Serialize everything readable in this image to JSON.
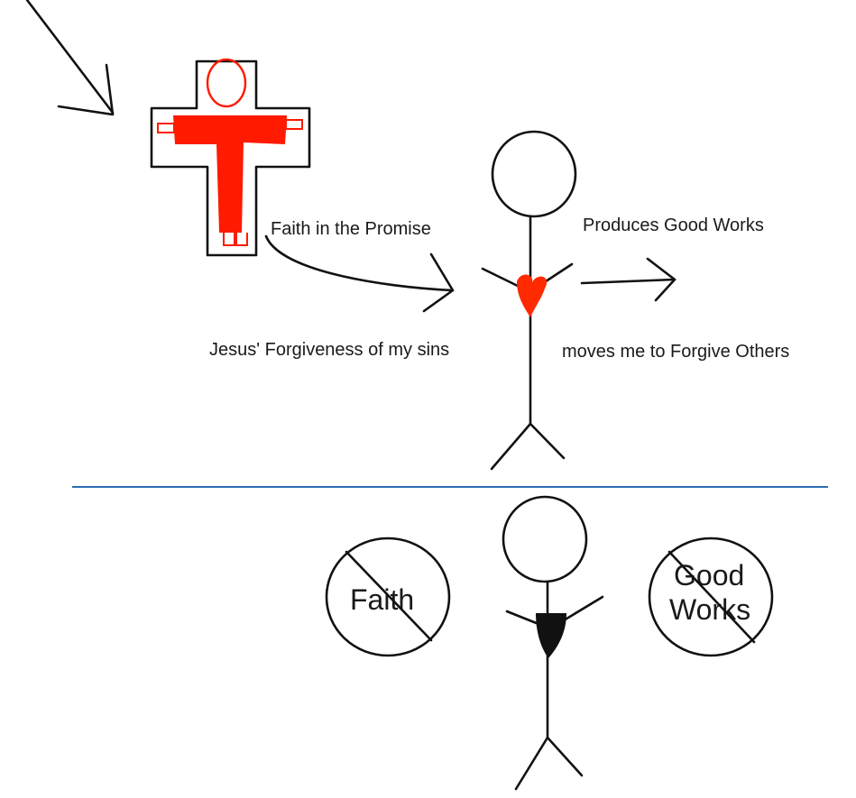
{
  "top": {
    "faith_label": "Faith in the Promise",
    "forgiveness_label": "Jesus' Forgiveness of my sins",
    "produces_label": "Produces Good Works",
    "forgive_others_label": "moves me to Forgive Others"
  },
  "bottom": {
    "faith_crossed_label": "Faith",
    "good_works_crossed_line1": "Good",
    "good_works_crossed_line2": "Works"
  },
  "colors": {
    "ink": "#111111",
    "heart_red": "#ff2a00",
    "cross_red": "#ff1a00",
    "divider_blue": "#2e6db5"
  }
}
